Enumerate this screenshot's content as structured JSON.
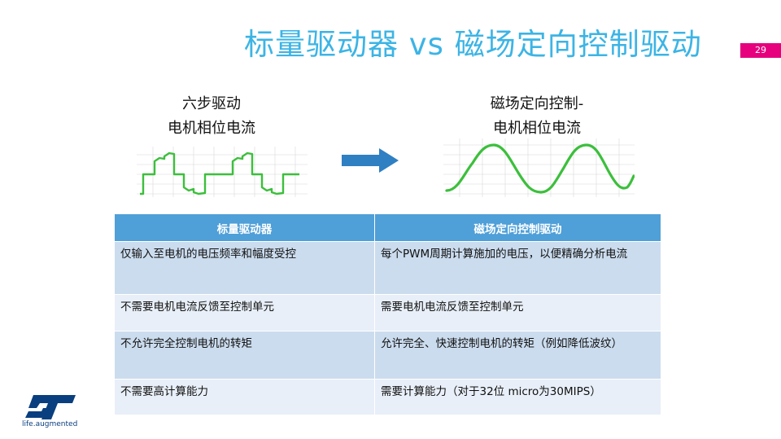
{
  "slide": {
    "title": "标量驱动器 vs 磁场定向控制驱动",
    "page_number": "29"
  },
  "left_caption": [
    "六步驱动",
    "电机相位电流"
  ],
  "right_caption": [
    "磁场定向控制-",
    "电机相位电流"
  ],
  "table": {
    "headers": [
      "标量驱动器",
      "磁场定向控制驱动"
    ],
    "rows": [
      [
        "仅输入至电机的电压频率和幅度受控",
        "每个PWM周期计算施加的电压，以便精确分析电流"
      ],
      [
        "不需要电机电流反馈至控制单元",
        "需要电机电流反馈至控制单元"
      ],
      [
        "不允许完全控制电机的转矩",
        "允许完全、快速控制电机的转矩（例如降低波纹）"
      ],
      [
        "不需要高计算能力",
        "需要计算能力（对于32位 micro为30MIPS）"
      ]
    ]
  },
  "logo": {
    "mark": "ST",
    "tagline": "life.augmented"
  },
  "colors": {
    "title": "#3cb4e5",
    "page_badge": "#e6007e",
    "table_header": "#4f9fd8",
    "row_dark": "#cbdcee",
    "row_light": "#e8eff8",
    "arrow": "#2f7fc3",
    "waveform": "#3cbf3c",
    "logo": "#0a3f7f"
  }
}
